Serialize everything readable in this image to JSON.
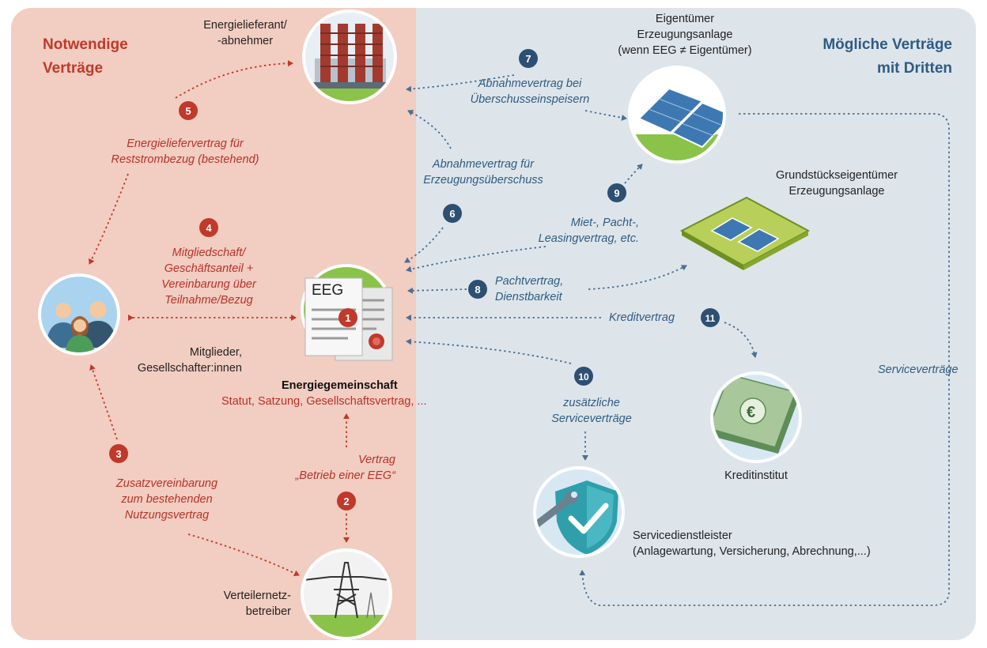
{
  "headings": {
    "left": [
      "Notwendige",
      "Verträge"
    ],
    "right": [
      "Mögliche Verträge",
      "mit Dritten"
    ]
  },
  "nodes": {
    "supplier": [
      "Energielieferant/",
      "-abnehmer"
    ],
    "owner": [
      "Eigentümer",
      "Erzeugungsanlage",
      "(wenn EEG ≠ Eigentümer)"
    ],
    "landowner": [
      "Grundstückseigentümer",
      "Erzeugungsanlage"
    ],
    "members": [
      "Mitglieder,",
      "Gesellschafter:innen"
    ],
    "eeg_doc": "EEG",
    "community_title": "Energiegemeinschaft",
    "community_sub": "Statut, Satzung, Gesellschaftsvertrag, ...",
    "grid": [
      "Verteilernetz-",
      "betreiber"
    ],
    "bank": "Kreditinstitut",
    "service": [
      "Servicedienstleister",
      "(Anlagewartung, Versicherung, Abrechnung,...)"
    ]
  },
  "contracts": {
    "c1": "1",
    "c2": {
      "num": "2",
      "lines": [
        "Vertrag",
        "„Betrieb einer EEG“"
      ]
    },
    "c3": {
      "num": "3",
      "lines": [
        "Zusatzvereinbarung",
        "zum bestehenden",
        "Nutzungsvertrag"
      ]
    },
    "c4": {
      "num": "4",
      "lines": [
        "Mitgliedschaft/",
        "Geschäftsanteil +",
        "Vereinbarung über",
        "Teilnahme/Bezug"
      ]
    },
    "c5": {
      "num": "5",
      "lines": [
        "Energieliefervertrag für",
        "Reststrombezug (bestehend)"
      ]
    },
    "c6": {
      "num": "6",
      "lines": [
        "Abnahmevertrag für",
        "Erzeugungsüberschuss"
      ]
    },
    "c7": {
      "num": "7",
      "lines": [
        "Abnahmevertrag bei",
        "Überschusseinspeisern"
      ]
    },
    "c8": {
      "num": "8",
      "lines": [
        "Pachtvertrag,",
        "Dienstbarkeit"
      ]
    },
    "c9": {
      "num": "9",
      "lines": [
        "Miet-, Pacht-,",
        "Leasingvertrag, etc."
      ]
    },
    "c10": {
      "num": "10",
      "lines": [
        "zusätzliche",
        "Serviceverträge"
      ]
    },
    "c11": {
      "num": "11",
      "label": "Kreditvertrag"
    },
    "c12": {
      "label": "Serviceverträge"
    }
  },
  "icons": {
    "supplier": "power-plant-icon",
    "owner": "solar-panels-icon",
    "landowner": "solar-field-icon",
    "members": "people-icon",
    "community": "contract-document-icon",
    "grid": "power-pylon-icon",
    "bank": "euro-banknotes-icon",
    "service": "shield-wrench-icon"
  },
  "colors": {
    "necessary": "#c0392b",
    "optional": "#2f5b82",
    "left_bg": "#f2cdc1",
    "right_bg": "#dde5eb"
  }
}
